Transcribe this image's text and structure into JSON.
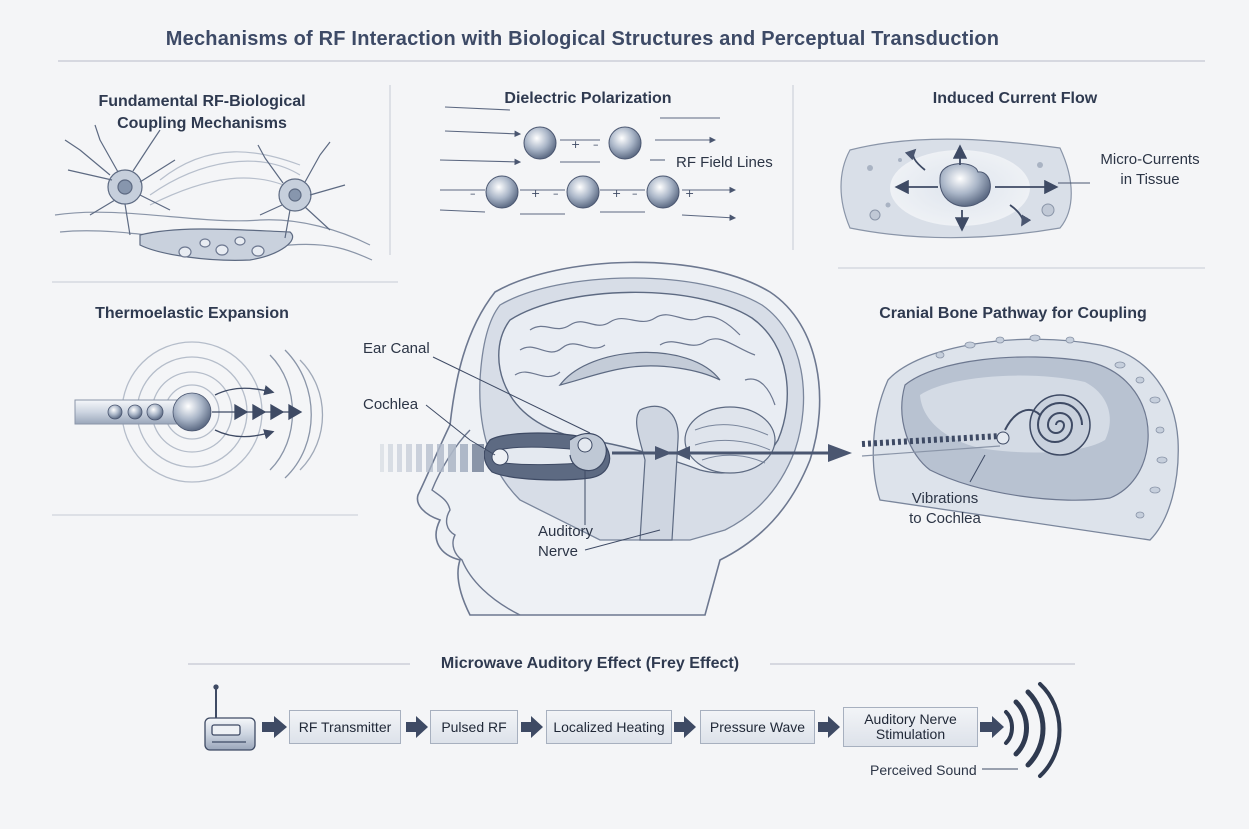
{
  "title": "Mechanisms of RF Interaction with Biological Structures and Perceptual Transduction",
  "panels": {
    "fundamental": {
      "title_line1": "Fundamental RF-Biological",
      "title_line2": "Coupling Mechanisms"
    },
    "dielectric": {
      "title": "Dielectric Polarization",
      "label": "RF Field Lines"
    },
    "induced": {
      "title": "Induced Current Flow",
      "label_line1": "Micro-Currents",
      "label_line2": "in Tissue"
    },
    "thermo": {
      "title": "Thermoelastic Expansion"
    },
    "cranial": {
      "title": "Cranial Bone Pathway for Coupling",
      "label_line1": "Vibrations",
      "label_line2": "to Cochlea"
    },
    "head": {
      "ear_canal": "Ear Canal",
      "cochlea": "Cochlea",
      "auditory_line1": "Auditory",
      "auditory_line2": "Nerve"
    }
  },
  "flow": {
    "title": "Microwave Auditory Effect (Frey Effect)",
    "steps": [
      "RF Transmitter",
      "Pulsed RF",
      "Localized Heating",
      "Pressure Wave"
    ],
    "step5_line1": "Auditory Nerve",
    "step5_line2": "Stimulation",
    "output": "Perceived Sound"
  },
  "colors": {
    "background": "#f4f5f7",
    "accent": "#3d4a66",
    "line": "#4a5670"
  }
}
